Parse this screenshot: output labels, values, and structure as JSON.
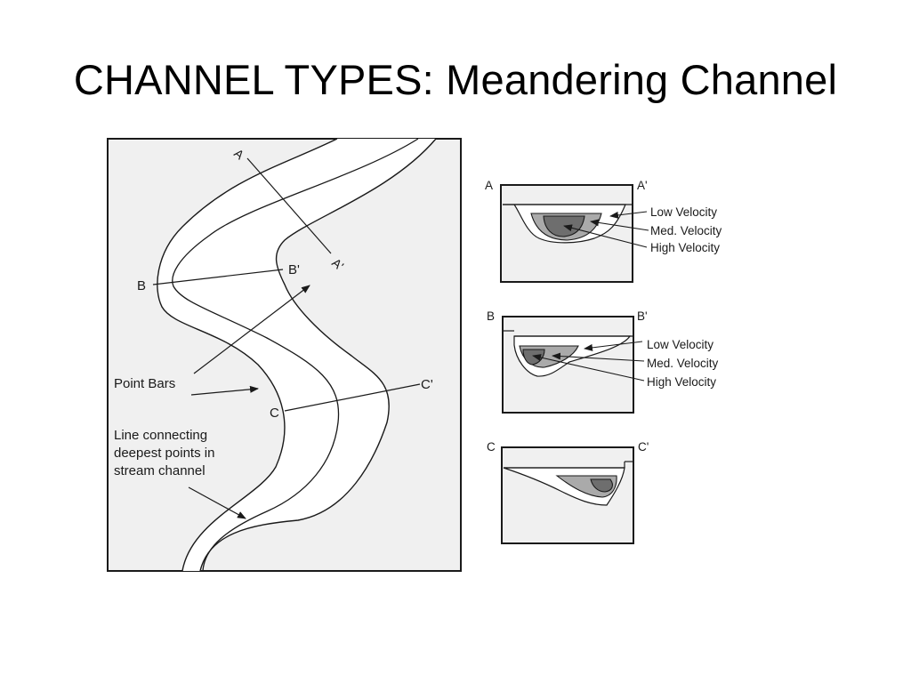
{
  "title": "CHANNEL TYPES: Meandering Channel",
  "colors": {
    "background": "#f0f0f0",
    "outline": "#1a1a1a",
    "low_velocity": "#ffffff",
    "med_velocity": "#aaaaaa",
    "high_velocity": "#6e6e6e"
  },
  "plan_view": {
    "section_labels": {
      "a": "A",
      "a_prime": "A'",
      "b": "B",
      "b_prime": "B'",
      "c": "C",
      "c_prime": "C'"
    },
    "annotations": {
      "point_bars": "Point Bars",
      "thalweg_line": [
        "Line connecting",
        "deepest points in",
        "stream channel"
      ]
    }
  },
  "cross_sections": [
    {
      "left_label": "A",
      "right_label": "A'",
      "zones": [
        "Low Velocity",
        "Med. Velocity",
        "High Velocity"
      ]
    },
    {
      "left_label": "B",
      "right_label": "B'",
      "zones": [
        "Low Velocity",
        "Med. Velocity",
        "High Velocity"
      ]
    },
    {
      "left_label": "C",
      "right_label": "C'",
      "zones": []
    }
  ]
}
